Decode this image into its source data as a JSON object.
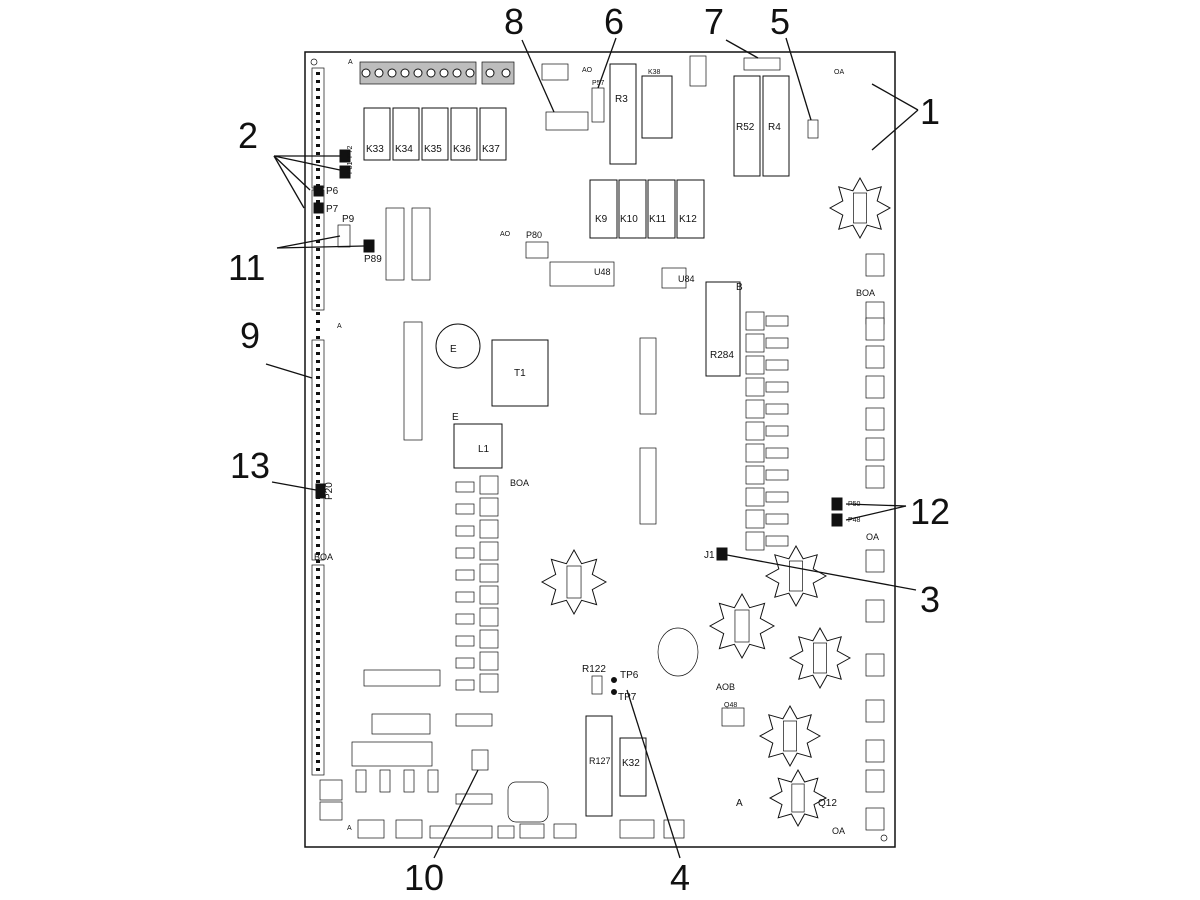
{
  "callouts": [
    "1",
    "2",
    "3",
    "4",
    "5",
    "6",
    "7",
    "8",
    "9",
    "10",
    "11",
    "12",
    "13"
  ],
  "relays": [
    "K33",
    "K34",
    "K35",
    "K36",
    "K37",
    "K9",
    "K10",
    "K11",
    "K12",
    "K32"
  ],
  "resistors": [
    "R3",
    "R52",
    "R4",
    "R284",
    "R122",
    "R127"
  ],
  "components": [
    "T1",
    "L1",
    "U48",
    "U84",
    "J1",
    "TP6",
    "TP7",
    "E"
  ],
  "connectors": [
    "P72",
    "P81",
    "P6",
    "P7",
    "P9",
    "P89",
    "P80",
    "P20",
    "P57",
    "K38",
    "P50",
    "P48",
    "Q48",
    "Q12"
  ],
  "markings": {
    "a": "A",
    "ao": "AO",
    "oa": "OA",
    "boa": "BOA",
    "aob": "AOB",
    "b": "B",
    "e": "E"
  }
}
